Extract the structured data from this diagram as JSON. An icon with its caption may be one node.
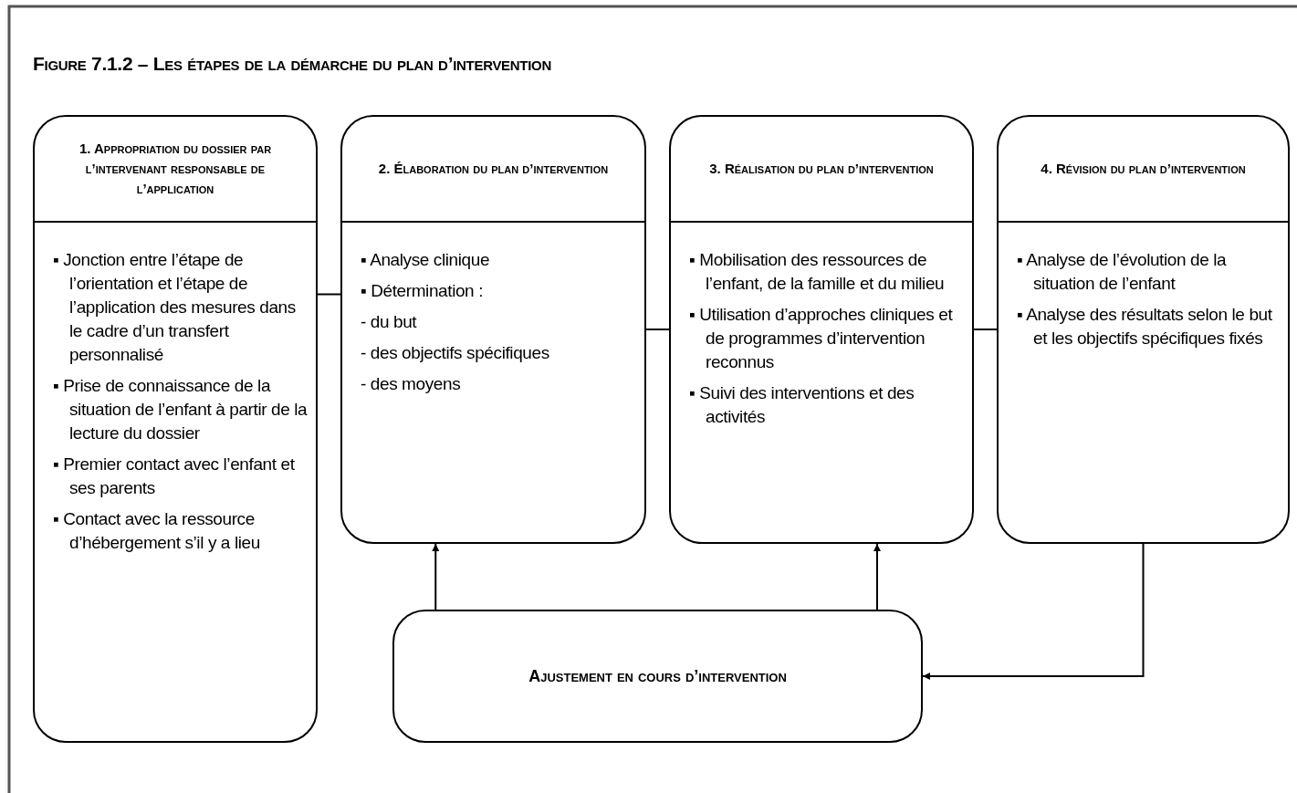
{
  "diagram": {
    "title": "Figure 7.1.2 – Les étapes de la démarche du plan d’intervention",
    "nodes": [
      {
        "text": [
          "1. Appropriation du dossier par l’intervenant responsable de l’application",
          "▪ Jonction entre l’étape de l’orientation et l’étape de l’application des mesures dans le cadre d’un transfert personnalisé",
          "▪ Prise de connaissance de la situation de l’enfant à partir de la lecture du dossier",
          "▪ Premier contact avec l’enfant et ses parents",
          "▪ Contact avec la ressource d’hébergement s’il y a lieu"
        ]
      },
      {
        "text": [
          "2. Élaboration du plan d’intervention",
          "▪ Analyse clinique",
          "▪ Détermination :",
          "- du but",
          "- des objectifs spécifiques",
          "- des moyens"
        ]
      },
      {
        "text": [
          "3. Réalisation du plan d’intervention",
          "▪ Mobilisation des ressources de l’enfant, de la famille et du milieu",
          "▪ Utilisation d’approches cliniques et de programmes d’intervention reconnus",
          "▪ Suivi des interventions et des activités"
        ]
      },
      {
        "text": [
          "4. Révision du plan d’intervention",
          "▪ Analyse de l’évolution de la situation de l’enfant",
          "▪ Analyse des résultats selon le but et les objectifs spécifiques fixés"
        ]
      },
      {
        "text": [
          "Ajustement en cours d’intervention"
        ]
      }
    ],
    "edges": [
      {
        "from": 0,
        "to": 1,
        "arrow": "none"
      },
      {
        "from": 1,
        "to": 2,
        "arrow": "none"
      },
      {
        "from": 2,
        "to": 3,
        "arrow": "none"
      },
      {
        "from": 4,
        "to": 1,
        "arrow": "to"
      },
      {
        "from": 4,
        "to": 2,
        "arrow": "to"
      },
      {
        "from": 3,
        "to": 4,
        "arrow": "to"
      }
    ]
  }
}
